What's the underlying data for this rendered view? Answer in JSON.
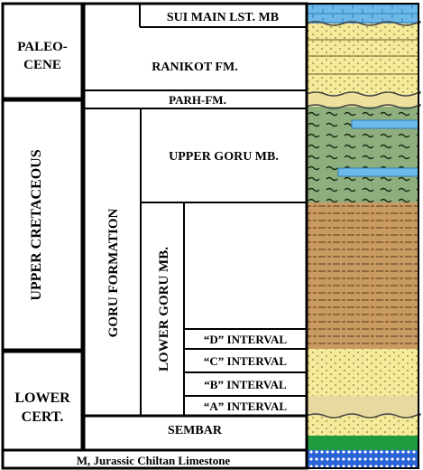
{
  "columns": {
    "era": [
      {
        "text_lines": [
          "PALEO-",
          "CENE"
        ]
      },
      {
        "text": "UPPER CRETACEOUS"
      },
      {
        "text_lines": [
          "LOWER",
          "CERT."
        ]
      }
    ],
    "formation": [
      {
        "text": "GORU FORMATION"
      }
    ],
    "member": [
      {
        "text": "LOWER GORU MB."
      }
    ],
    "units": [
      {
        "text": "SUI MAIN LST. MB"
      },
      {
        "text": "RANIKOT FM."
      },
      {
        "text": "PARH-FM."
      },
      {
        "text": "UPPER GORU MB."
      },
      {
        "text": "“D” INTERVAL"
      },
      {
        "text": "“C” INTERVAL"
      },
      {
        "text": "“B” INTERVAL"
      },
      {
        "text": "“A” INTERVAL"
      },
      {
        "text": "SEMBAR"
      },
      {
        "text": "M, Jurassic Chiltan Limestone"
      }
    ]
  },
  "lithology_colors": {
    "limestone": "#63b4e6",
    "sandstone": "#f4ea9a",
    "marl": "#8fae7e",
    "shale": "#c99a62",
    "glauconitic": "#1f9a3c",
    "dolomite": "#2a64d8"
  }
}
